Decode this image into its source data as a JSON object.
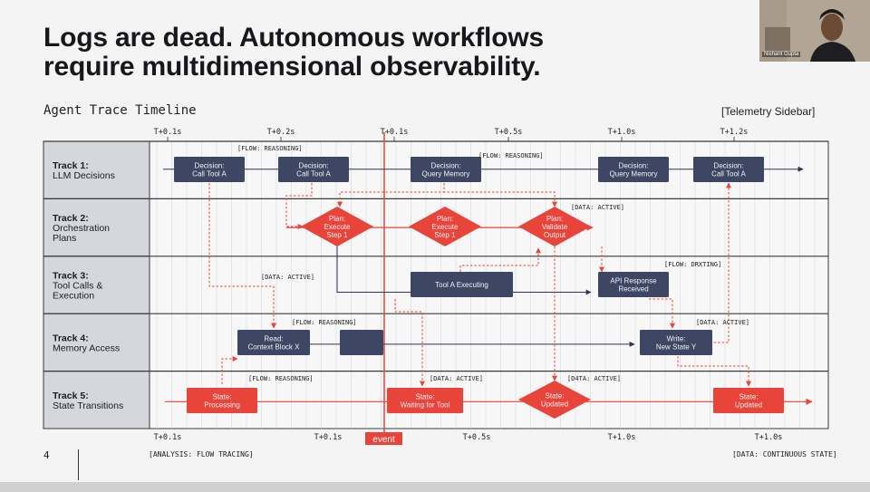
{
  "slide": {
    "title_line1": "Logs are dead. Autonomous workflows",
    "title_line2": "require multidimensional observability.",
    "subtitle": "Agent Trace Timeline",
    "sidebar_label": "[Telemetry Sidebar]",
    "page_number": "4",
    "footer_left": "[ANALYSIS: FLOW TRACING]",
    "footer_right": "[DATA: CONTINUOUS STATE]",
    "presenter": "Nishant Gupta"
  },
  "diagram": {
    "top_ticks": [
      "T+0.1s",
      "T+0.2s",
      "T+0.1s",
      "T+0.5s",
      "T+1.0s",
      "T+1.2s"
    ],
    "bottom_ticks": [
      "T+0.1s",
      "T+0.1s",
      "T+0.5s",
      "T+1.0s",
      "T+1.0s"
    ],
    "event_label": "event",
    "tracks": [
      {
        "title": "Track 1:",
        "lines": [
          "LLM Decisions"
        ]
      },
      {
        "title": "Track 2:",
        "lines": [
          "Orchestration",
          "Plans"
        ]
      },
      {
        "title": "Track 3:",
        "lines": [
          "Tool Calls &",
          "Execution"
        ]
      },
      {
        "title": "Track 4:",
        "lines": [
          "Memory Access"
        ]
      },
      {
        "title": "Track 5:",
        "lines": [
          "State Transitions"
        ]
      }
    ],
    "nodes": [
      {
        "kind": "dark-box",
        "lines": [
          "Decision:",
          "Call Tool A"
        ]
      },
      {
        "kind": "dark-box",
        "lines": [
          "Decision:",
          "Call Tool A"
        ]
      },
      {
        "kind": "dark-box",
        "lines": [
          "Decision:",
          "Query Memory"
        ]
      },
      {
        "kind": "dark-box",
        "lines": [
          "Decision:",
          "Query Memory"
        ]
      },
      {
        "kind": "dark-box",
        "lines": [
          "Decision:",
          "Call Tool A"
        ]
      },
      {
        "kind": "red-diamond",
        "lines": [
          "Plan:",
          "Execute",
          "Step 1"
        ]
      },
      {
        "kind": "red-diamond",
        "lines": [
          "Plan:",
          "Execute",
          "Step 1"
        ]
      },
      {
        "kind": "red-diamond",
        "lines": [
          "Plan:",
          "Validate",
          "Output"
        ]
      },
      {
        "kind": "dark-box",
        "lines": [
          "Tool A Executing"
        ]
      },
      {
        "kind": "dark-box",
        "lines": [
          "API Response",
          "Received"
        ]
      },
      {
        "kind": "dark-box",
        "lines": [
          "Read:",
          "Context Block X"
        ]
      },
      {
        "kind": "dark-box",
        "lines": []
      },
      {
        "kind": "dark-box",
        "lines": [
          "Write:",
          "New State Y"
        ]
      },
      {
        "kind": "red-box",
        "lines": [
          "State:",
          "Processing"
        ]
      },
      {
        "kind": "red-box",
        "lines": [
          "State:",
          "Waiting for Tool"
        ]
      },
      {
        "kind": "red-diamond",
        "lines": [
          "State:",
          "Updated"
        ]
      },
      {
        "kind": "red-box",
        "lines": [
          "State:",
          "Updated"
        ]
      }
    ],
    "tags": [
      "[FLOW: REASONING]",
      "[FLOW: REASONING]",
      "[DATA: ACTIVE]",
      "[DATA: ACTIVE]",
      "[FLOW: DRXTING]",
      "[FLOW: REASONING]",
      "[DATA: ACTIVE]",
      "[FLOW: REASONING]",
      "[DATA: ACTIVE]",
      "[D4TA: ACTIVE]"
    ]
  },
  "colors": {
    "dark_node": "#3d4663",
    "red_node": "#e8443a",
    "grid": "#cfd1d6",
    "label_bg": "#d5d7dc"
  }
}
